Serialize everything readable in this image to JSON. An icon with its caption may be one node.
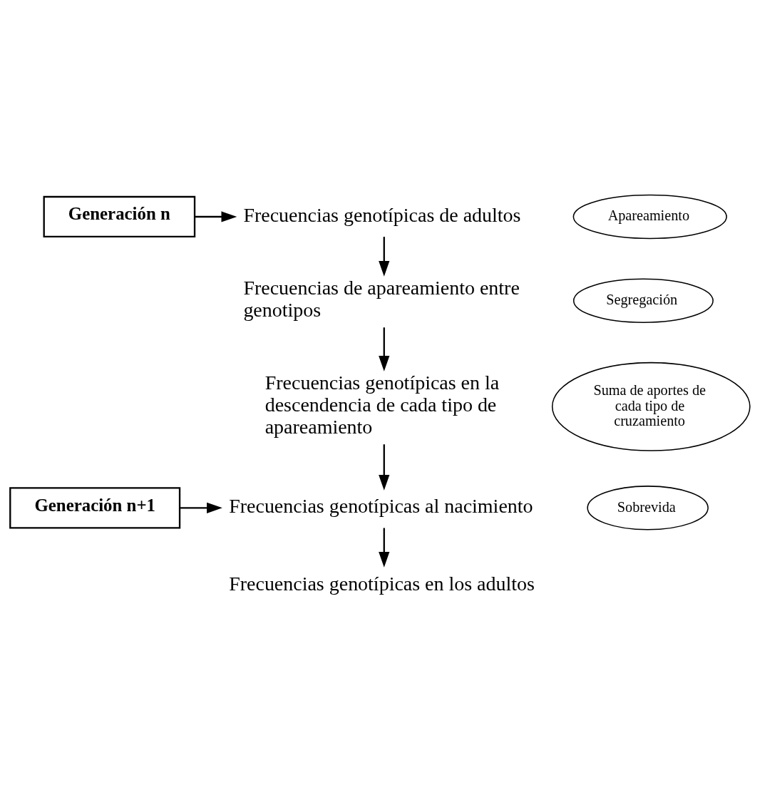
{
  "diagram": {
    "nodes": [
      {
        "text": [
          "Generación n"
        ]
      },
      {
        "text": [
          "Frecuencias genotípicas de adultos"
        ]
      },
      {
        "text": [
          "Apareamiento"
        ]
      },
      {
        "text": [
          "Frecuencias de apareamiento entre genotipos"
        ]
      },
      {
        "text": [
          "Segregación"
        ]
      },
      {
        "text": [
          "Frecuencias genotípicas en la descendencia de cada tipo de apareamiento"
        ]
      },
      {
        "text": [
          "Suma de aportes de cada tipo de cruzamiento"
        ]
      },
      {
        "text": [
          "Generación n+1"
        ]
      },
      {
        "text": [
          "Frecuencias genotípicas al nacimiento"
        ]
      },
      {
        "text": [
          "Sobrevida"
        ]
      },
      {
        "text": [
          "Frecuencias genotípicas en los adultos"
        ]
      }
    ],
    "edges": [
      {
        "from": 0,
        "to": 1,
        "arrow": "to"
      },
      {
        "from": 1,
        "to": 3,
        "arrow": "to"
      },
      {
        "from": 3,
        "to": 5,
        "arrow": "to"
      },
      {
        "from": 5,
        "to": 8,
        "arrow": "to"
      },
      {
        "from": 7,
        "to": 8,
        "arrow": "to"
      },
      {
        "from": 8,
        "to": 10,
        "arrow": "to"
      }
    ]
  }
}
